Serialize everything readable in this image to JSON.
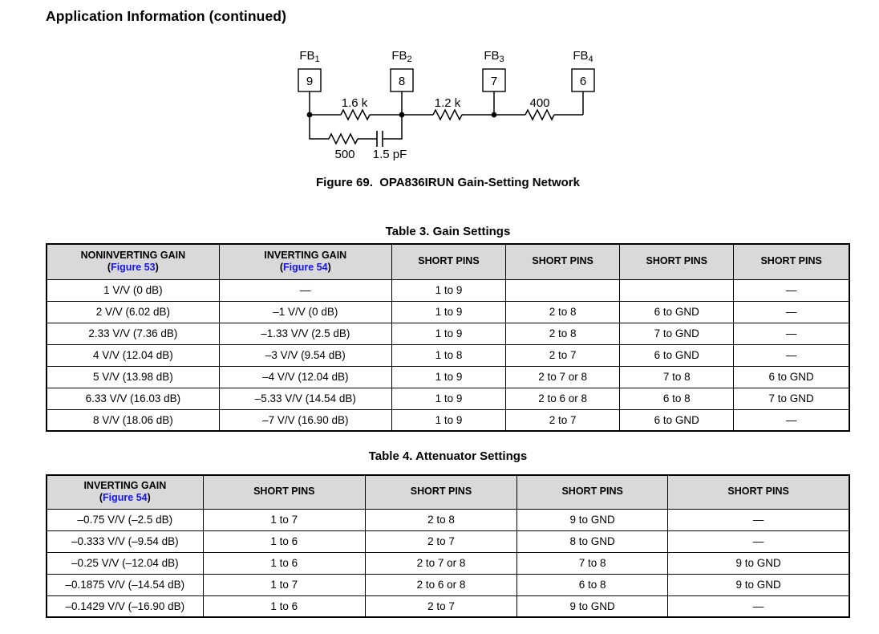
{
  "page": {
    "heading": "Application Information (continued)",
    "figure_caption": "Figure 69.  OPA836IRUN Gain-Setting Network"
  },
  "colors": {
    "link": "#1414f0",
    "header_bg": "#d9d9d9"
  },
  "circuit": {
    "pins": [
      {
        "name": "FB",
        "sub": "1",
        "pin": "9"
      },
      {
        "name": "FB",
        "sub": "2",
        "pin": "8"
      },
      {
        "name": "FB",
        "sub": "3",
        "pin": "7"
      },
      {
        "name": "FB",
        "sub": "4",
        "pin": "6"
      }
    ],
    "resistors": {
      "r1": "1.6 k",
      "r2": "1.2 k",
      "r3": "400",
      "r4": "500"
    },
    "capacitor": "1.5 pF"
  },
  "table3": {
    "title": "Table 3. Gain Settings",
    "columns": [
      {
        "title": "NONINVERTING GAIN",
        "figure": "Figure 53"
      },
      {
        "title": "INVERTING GAIN",
        "figure": "Figure 54"
      },
      "SHORT PINS",
      "SHORT PINS",
      "SHORT PINS",
      "SHORT PINS"
    ],
    "rows": [
      [
        "1 V/V (0 dB)",
        "—",
        "1 to 9",
        "",
        "",
        "—"
      ],
      [
        "2 V/V (6.02 dB)",
        "–1 V/V (0 dB)",
        "1 to 9",
        "2 to 8",
        "6 to GND",
        "—"
      ],
      [
        "2.33 V/V (7.36 dB)",
        "–1.33 V/V (2.5 dB)",
        "1 to 9",
        "2 to 8",
        "7 to GND",
        "—"
      ],
      [
        "4 V/V (12.04 dB)",
        "–3 V/V (9.54 dB)",
        "1 to 8",
        "2 to 7",
        "6 to GND",
        "—"
      ],
      [
        "5 V/V (13.98 dB)",
        "–4 V/V (12.04 dB)",
        "1 to 9",
        "2 to 7 or 8",
        "7 to 8",
        "6 to GND"
      ],
      [
        "6.33 V/V (16.03 dB)",
        "–5.33 V/V (14.54 dB)",
        "1 to 9",
        "2 to 6 or 8",
        "6 to 8",
        "7 to GND"
      ],
      [
        "8 V/V (18.06 dB)",
        "–7 V/V (16.90 dB)",
        "1 to 9",
        "2 to 7",
        "6 to GND",
        "—"
      ]
    ]
  },
  "table4": {
    "title": "Table 4. Attenuator Settings",
    "columns": [
      {
        "title": "INVERTING GAIN",
        "figure": "Figure 54"
      },
      "SHORT PINS",
      "SHORT PINS",
      "SHORT PINS",
      "SHORT PINS"
    ],
    "rows": [
      [
        "–0.75 V/V (–2.5 dB)",
        "1 to 7",
        "2 to 8",
        "9 to GND",
        "—"
      ],
      [
        "–0.333 V/V (–9.54 dB)",
        "1 to 6",
        "2 to 7",
        "8 to GND",
        "—"
      ],
      [
        "–0.25 V/V (–12.04 dB)",
        "1 to 6",
        "2 to 7 or 8",
        "7 to 8",
        "9 to GND"
      ],
      [
        "–0.1875 V/V (–14.54 dB)",
        "1 to 7",
        "2 to 6 or 8",
        "6 to 8",
        "9 to GND"
      ],
      [
        "–0.1429 V/V (–16.90 dB)",
        "1 to 6",
        "2 to 7",
        "9 to GND",
        "—"
      ]
    ]
  }
}
